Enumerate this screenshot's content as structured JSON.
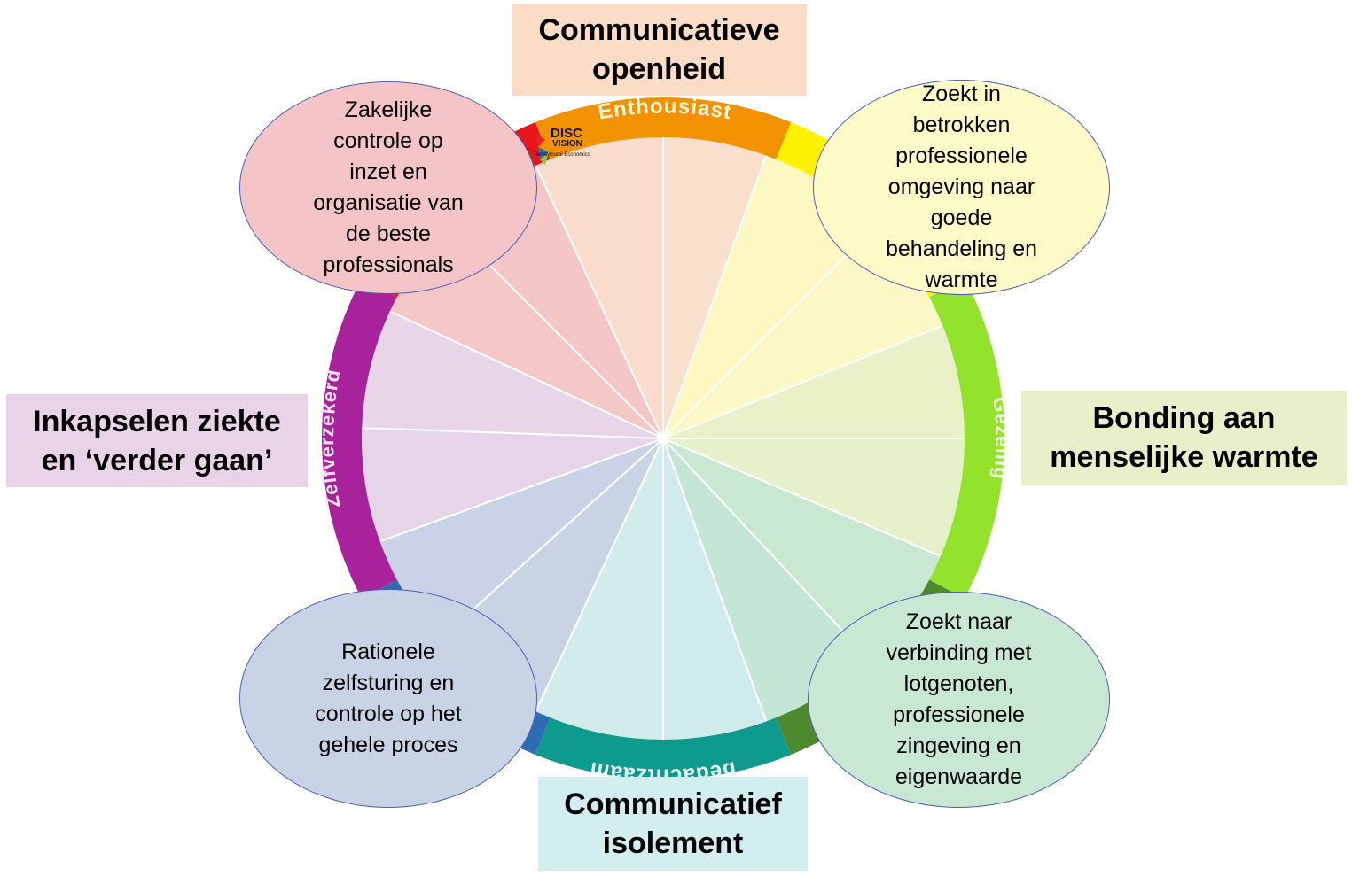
{
  "labels": {
    "top": [
      "Communicatieve",
      "openheid"
    ],
    "right": [
      "Bonding aan",
      "menselijke warmte"
    ],
    "bottom": [
      "Communicatief",
      "isolement"
    ],
    "left": [
      "Inkapselen ziekte",
      "en ‘verder gaan’"
    ]
  },
  "bubbles": {
    "top_left": [
      "Zakelijke",
      "controle op",
      "inzet en",
      "organisatie van",
      "de beste",
      "professionals"
    ],
    "top_right": [
      "Zoekt in",
      "betrokken",
      "professionele",
      "omgeving naar",
      "goede",
      "behandeling en",
      "warmte"
    ],
    "bottom_left": [
      "Rationele",
      "zelfsturing en",
      "controle op het",
      "gehele proces"
    ],
    "bottom_right": [
      "Zoekt naar",
      "verbinding met",
      "lotgenoten,",
      "professionele",
      "zingeving en",
      "eigenwaarde"
    ]
  },
  "ring_labels": {
    "top": "Enthousiast",
    "right": "Gezellig",
    "bottom": "bedachtzaam",
    "left": "Zelfverzekerd"
  },
  "logo": {
    "line1": "DISC",
    "line2": "VISION",
    "line3": "Behavioural Economics"
  },
  "colors": {
    "label_top_bg": "#fbdcc6",
    "label_right_bg": "#e9f0c9",
    "label_bottom_bg": "#d3eeee",
    "label_left_bg": "#e8d3e7",
    "bubble_tl": "#f5c4c6",
    "bubble_tr": "#fffbc8",
    "bubble_bl": "#c8d3e6",
    "bubble_br": "#c9e8d3"
  }
}
